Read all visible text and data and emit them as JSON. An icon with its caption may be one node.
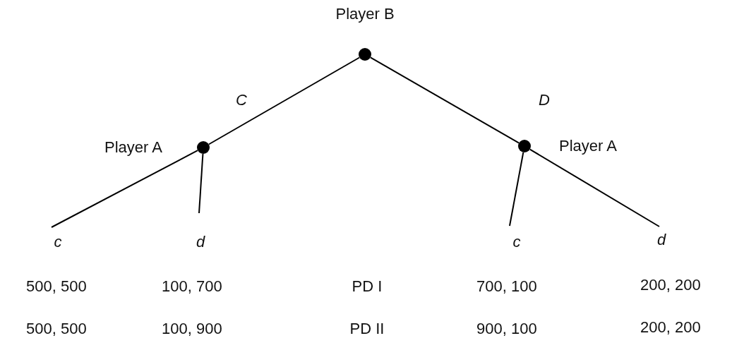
{
  "diagram": {
    "nodes": [
      {
        "text": [],
        "shape": "circle",
        "beside": [
          "Player B"
        ]
      },
      {
        "text": [],
        "shape": "circle",
        "beside": [
          "Player A"
        ]
      },
      {
        "text": [],
        "shape": "circle",
        "beside": [
          "Player A"
        ]
      },
      {
        "text": [
          "c"
        ]
      },
      {
        "text": [
          "d"
        ]
      },
      {
        "text": [
          "c"
        ]
      },
      {
        "text": [
          "d"
        ]
      }
    ],
    "edges": [
      {
        "from": 0,
        "to": 1,
        "arrow": "none",
        "label": "C"
      },
      {
        "from": 0,
        "to": 2,
        "arrow": "none",
        "label": "D"
      },
      {
        "from": 1,
        "to": 3,
        "arrow": "none"
      },
      {
        "from": 1,
        "to": 4,
        "arrow": "none"
      },
      {
        "from": 2,
        "to": 5,
        "arrow": "none"
      },
      {
        "from": 2,
        "to": 6,
        "arrow": "none"
      }
    ],
    "labels": [
      "500, 500",
      "100, 700",
      "PD I",
      "700, 100",
      "200, 200",
      "500, 500",
      "100, 900",
      "PD II",
      "900, 100",
      "200, 200"
    ]
  }
}
